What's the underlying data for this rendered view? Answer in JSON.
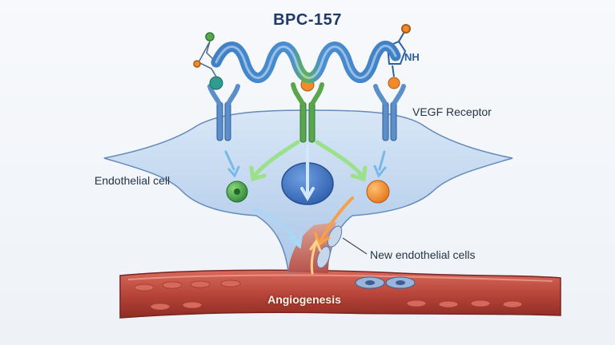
{
  "labels": {
    "title": "BPC-157",
    "nh": "NH",
    "receptor": "VEGF Receptor",
    "endothelial_cell": "Endothelial cell",
    "new_cells": "New endothelial cells",
    "process": "Angiogenesis"
  },
  "colors": {
    "helix_blue": "#3f7fc4",
    "helix_green": "#5fb34e",
    "receptor_blue": "#5b8fc9",
    "receptor_green": "#5aa64a",
    "molecule_teal": "#2e9c8e",
    "molecule_orange": "#f08a2a",
    "cell_body": "#bcd3ee",
    "vessel_red": "#b8453a"
  }
}
